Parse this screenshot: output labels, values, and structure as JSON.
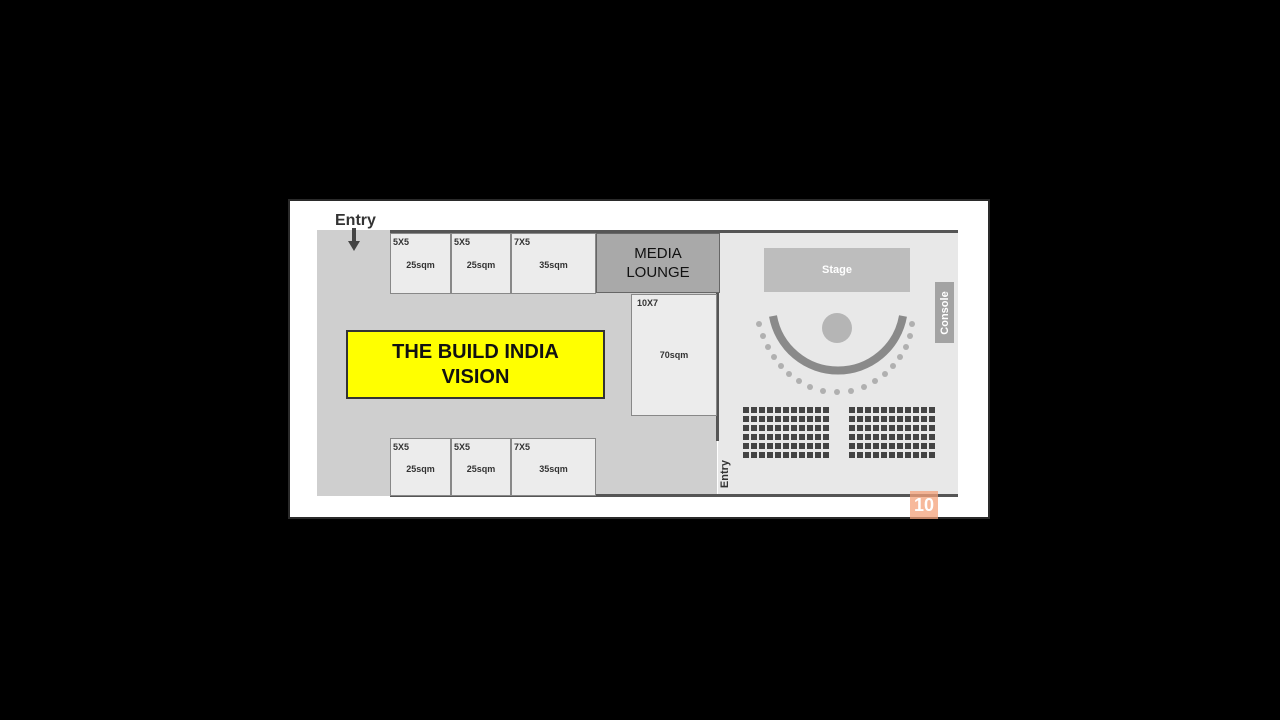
{
  "entry_top_label": "Entry",
  "entry_side_label": "Entry",
  "media_lounge": {
    "line1": "MEDIA",
    "line2": "LOUNGE"
  },
  "banner": {
    "line1": "THE BUILD INDIA",
    "line2": "VISION"
  },
  "stage_label": "Stage",
  "console_label": "Console",
  "booths_top": [
    {
      "code": "5X5",
      "area": "25sqm"
    },
    {
      "code": "5X5",
      "area": "25sqm"
    },
    {
      "code": "7X5",
      "area": "35sqm"
    }
  ],
  "booths_bottom": [
    {
      "code": "5X5",
      "area": "25sqm"
    },
    {
      "code": "5X5",
      "area": "25sqm"
    },
    {
      "code": "7X5",
      "area": "35sqm"
    }
  ],
  "booth_large": {
    "code": "10X7",
    "area": "70sqm"
  },
  "watermark": "10",
  "colors": {
    "banner": "#ffff00",
    "hall": "#cfcfcf",
    "auditorium": "#e8e8e8",
    "media_lounge": "#a9a9a9",
    "seats": "#444444"
  }
}
